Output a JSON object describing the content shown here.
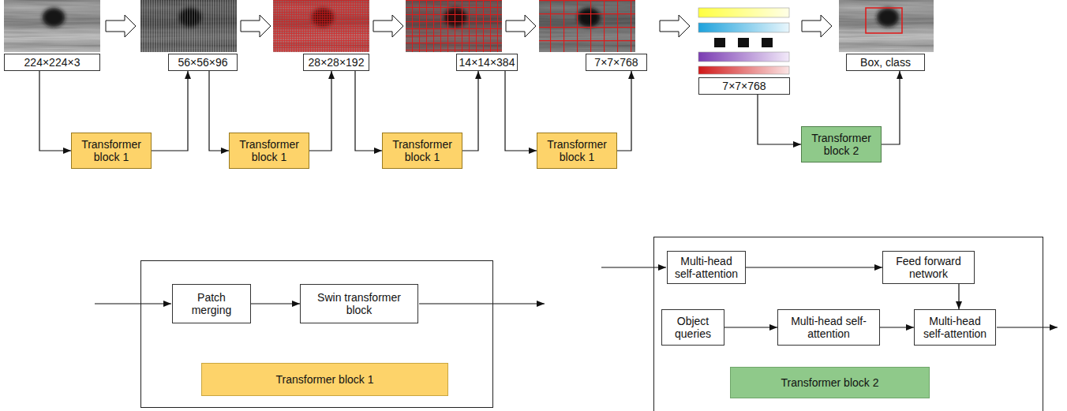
{
  "diagram": {
    "nodes": [
      {
        "text": [
          "224×224×3"
        ]
      },
      {
        "text": [
          "56×56×96"
        ]
      },
      {
        "text": [
          "28×28×192"
        ]
      },
      {
        "text": [
          "14×14×384"
        ]
      },
      {
        "text": [
          "7×7×768"
        ]
      },
      {
        "text": [
          "7×7×768"
        ]
      },
      {
        "text": [
          "Box, class"
        ]
      },
      {
        "text": [
          "Transformer block 1"
        ]
      },
      {
        "text": [
          "Transformer block 1"
        ]
      },
      {
        "text": [
          "Transformer block 1"
        ]
      },
      {
        "text": [
          "Transformer block 1"
        ]
      },
      {
        "text": [
          "Transformer block 2"
        ]
      },
      {
        "text": [
          "Transformer block 1"
        ]
      },
      {
        "text": [
          "Patch merging"
        ],
        "in": 12
      },
      {
        "text": [
          "Swin transformer block"
        ],
        "in": 12
      },
      {
        "text": [
          "Transformer block 2"
        ]
      },
      {
        "text": [
          "Multi-head self-attention"
        ],
        "in": 15
      },
      {
        "text": [
          "Feed forward network"
        ],
        "in": 15
      },
      {
        "text": [
          "Object queries"
        ],
        "in": 15
      },
      {
        "text": [
          "Multi-head self-attention"
        ],
        "in": 15
      },
      {
        "text": [
          "Multi-head self-attention"
        ],
        "in": 15
      }
    ],
    "edges": [
      {
        "from": 0,
        "to": 7,
        "arrow": "to"
      },
      {
        "from": 7,
        "to": 1,
        "arrow": "to"
      },
      {
        "from": 1,
        "to": 8,
        "arrow": "to"
      },
      {
        "from": 8,
        "to": 2,
        "arrow": "to"
      },
      {
        "from": 2,
        "to": 9,
        "arrow": "to"
      },
      {
        "from": 9,
        "to": 3,
        "arrow": "to"
      },
      {
        "from": 3,
        "to": 10,
        "arrow": "to"
      },
      {
        "from": 10,
        "to": 4,
        "arrow": "to"
      },
      {
        "from": 5,
        "to": 11,
        "arrow": "to"
      },
      {
        "from": 11,
        "to": 6,
        "arrow": "to"
      },
      {
        "from": 13,
        "to": 14,
        "arrow": "to"
      },
      {
        "from": 16,
        "to": 17,
        "arrow": "to"
      },
      {
        "from": 17,
        "to": 20,
        "arrow": "to"
      },
      {
        "from": 18,
        "to": 19,
        "arrow": "to"
      },
      {
        "from": 19,
        "to": 20,
        "arrow": "to"
      }
    ]
  }
}
